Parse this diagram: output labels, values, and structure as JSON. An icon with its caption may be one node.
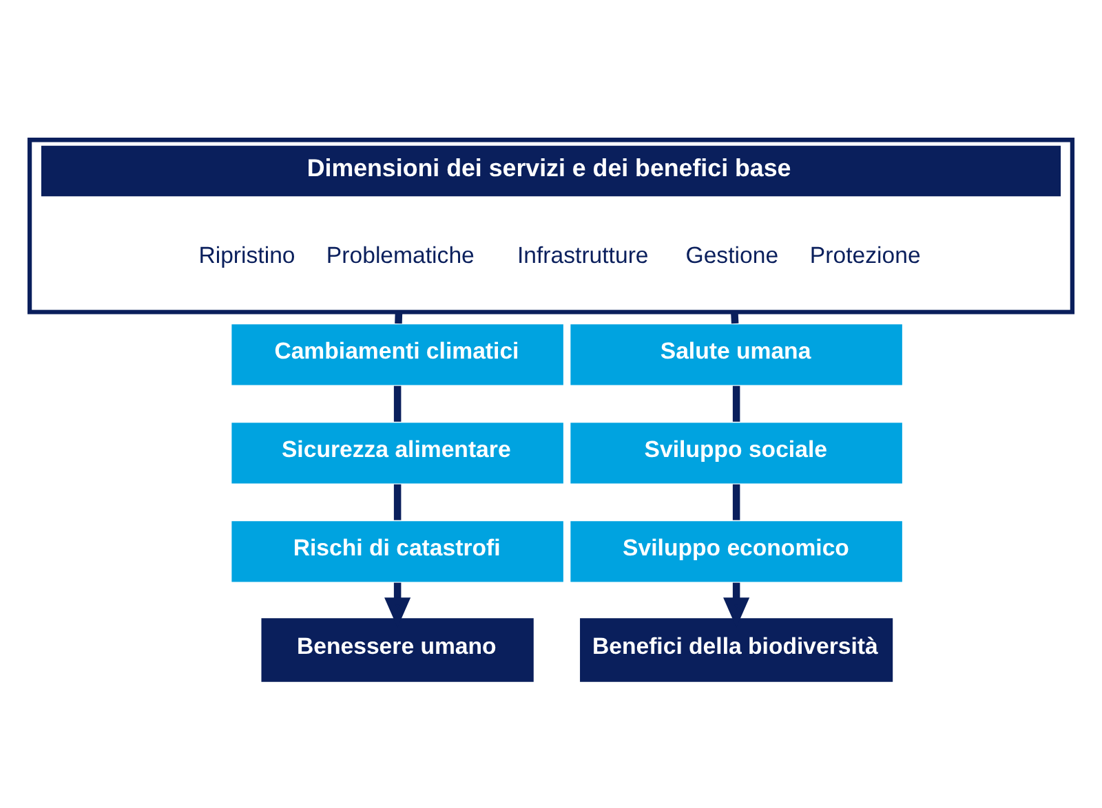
{
  "diagram": {
    "nodes": [
      {
        "text": [
          "Dimensioni dei servizi e dei benefici base"
        ]
      },
      {
        "text": [
          "Ripristino"
        ],
        "in": 0
      },
      {
        "text": [
          "Problematiche"
        ],
        "in": 0
      },
      {
        "text": [
          "Infrastrutture"
        ],
        "in": 0
      },
      {
        "text": [
          "Gestione"
        ],
        "in": 0
      },
      {
        "text": [
          "Protezione"
        ],
        "in": 0
      },
      {
        "text": [
          "Cambiamenti climatici"
        ]
      },
      {
        "text": [
          "Salute umana"
        ]
      },
      {
        "text": [
          "Sicurezza alimentare"
        ]
      },
      {
        "text": [
          "Sviluppo sociale"
        ]
      },
      {
        "text": [
          "Rischi di catastrofi"
        ]
      },
      {
        "text": [
          "Sviluppo economico"
        ]
      },
      {
        "text": [
          "Benessere umano"
        ]
      },
      {
        "text": [
          "Benefici della biodiversità"
        ]
      }
    ],
    "edges": [
      {
        "from": 0,
        "to": 6,
        "arrow": "none"
      },
      {
        "from": 6,
        "to": 8,
        "arrow": "none"
      },
      {
        "from": 8,
        "to": 10,
        "arrow": "none"
      },
      {
        "from": 10,
        "to": 12,
        "arrow": "to"
      },
      {
        "from": 0,
        "to": 7,
        "arrow": "none"
      },
      {
        "from": 7,
        "to": 9,
        "arrow": "none"
      },
      {
        "from": 9,
        "to": 11,
        "arrow": "none"
      },
      {
        "from": 11,
        "to": 13,
        "arrow": "to"
      }
    ]
  }
}
